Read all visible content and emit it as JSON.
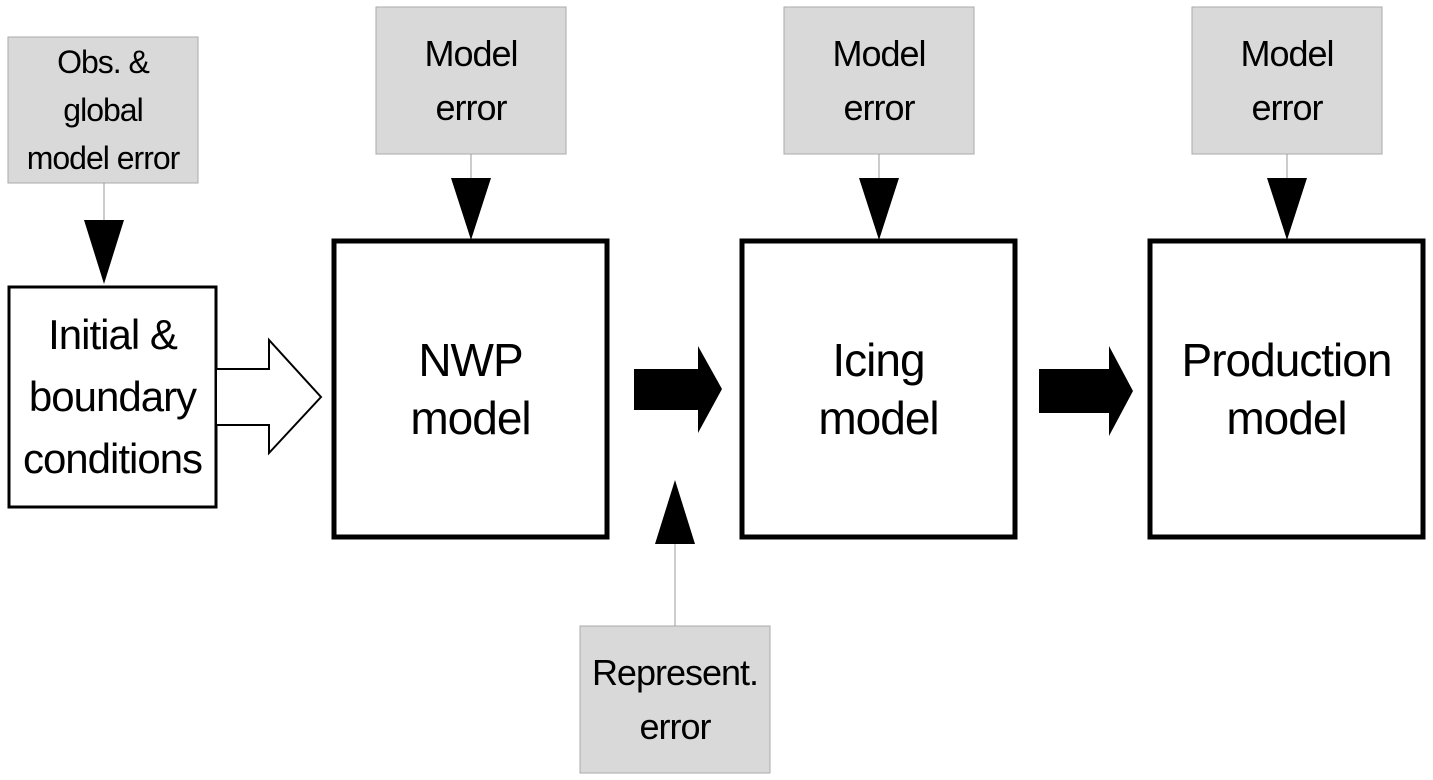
{
  "boxes": {
    "obs_error": [
      "Obs. &",
      "global",
      "model error"
    ],
    "initial": [
      "Initial &",
      "boundary",
      "conditions"
    ],
    "nwp": [
      "NWP",
      "model"
    ],
    "icing": [
      "Icing",
      "model"
    ],
    "production": [
      "Production",
      "model"
    ],
    "model_error_1": [
      "Model",
      "error"
    ],
    "model_error_2": [
      "Model",
      "error"
    ],
    "model_error_3": [
      "Model",
      "error"
    ],
    "represent_error": [
      "Represent.",
      "error"
    ]
  },
  "colors": {
    "error_fill": "#d9d9d9",
    "error_border": "#aaaaaa",
    "stroke": "#000000",
    "background": "#ffffff"
  }
}
